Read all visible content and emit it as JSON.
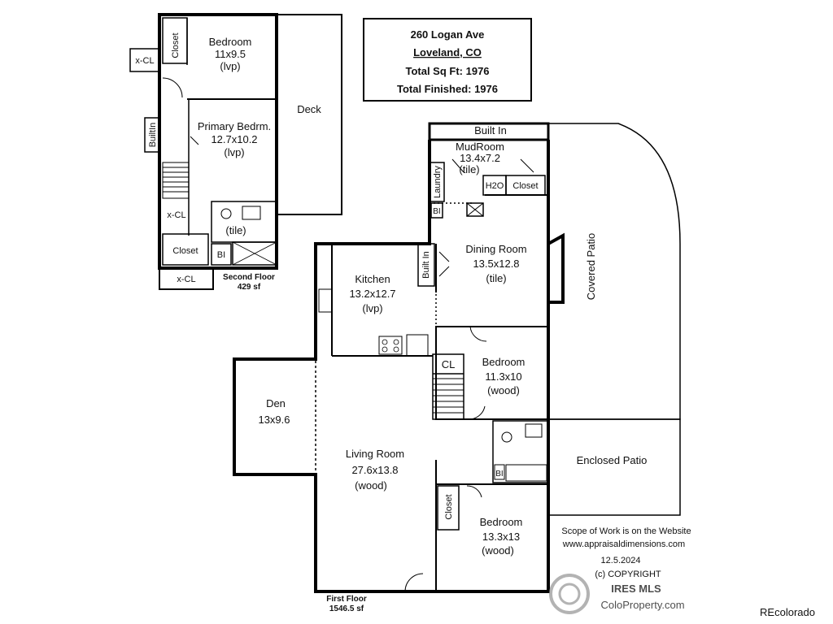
{
  "title_box": {
    "address": "260 Logan Ave",
    "city": "Loveland, CO",
    "total_sqft": "Total Sq Ft:  1976",
    "total_finished": "Total Finished:  1976"
  },
  "second_floor": {
    "caption": "Second Floor",
    "area": "429 sf",
    "rooms": {
      "bedroom_name": "Bedroom",
      "bedroom_dim": "11x9.5",
      "bedroom_floor": "(lvp)",
      "primary_name": "Primary Bedrm.",
      "primary_dim": "12.7x10.2",
      "primary_floor": "(lvp)",
      "bath_floor": "(tile)",
      "deck": "Deck",
      "closet_top": "Closet",
      "xcl_left": "x-CL",
      "builtin": "BuiltIn",
      "xcl_mid": "x-CL",
      "closet_bottom": "Closet",
      "bi": "BI",
      "xcl_bottom": "x-CL"
    }
  },
  "first_floor": {
    "caption": "First Floor",
    "area": "1546.5 sf",
    "rooms": {
      "built_in_top": "Built In",
      "mudroom_name": "MudRoom",
      "mudroom_dim": "13.4x7.2",
      "mudroom_floor": "(tile)",
      "laundry": "Laundry",
      "h2o": "H2O",
      "closet_mud": "Closet",
      "bi_mud": "BI",
      "dining_name": "Dining Room",
      "dining_dim": "13.5x12.8",
      "dining_floor": "(tile)",
      "built_in_side": "Built In",
      "kitchen_name": "Kitchen",
      "kitchen_dim": "13.2x12.7",
      "kitchen_floor": "(lvp)",
      "covered_patio": "Covered Patio",
      "cl": "CL",
      "bedroom1_name": "Bedroom",
      "bedroom1_dim": "11.3x10",
      "bedroom1_floor": "(wood)",
      "den_name": "Den",
      "den_dim": "13x9.6",
      "living_name": "Living Room",
      "living_dim": "27.6x13.8",
      "living_floor": "(wood)",
      "bi_bath": "BI",
      "enclosed_patio": "Enclosed Patio",
      "closet_bed2": "Closet",
      "bedroom2_name": "Bedroom",
      "bedroom2_dim": "13.3x13",
      "bedroom2_floor": "(wood)"
    }
  },
  "notes": {
    "line1": "Scope of Work is on the Website",
    "line2": "www.appraisaldimensions.com",
    "date": "12.5.2024",
    "copyright": "(c) COPYRIGHT"
  },
  "watermark": {
    "ires": "IRES MLS",
    "coloproperty": "ColoProperty.com",
    "recolorado": "REcolorado"
  }
}
